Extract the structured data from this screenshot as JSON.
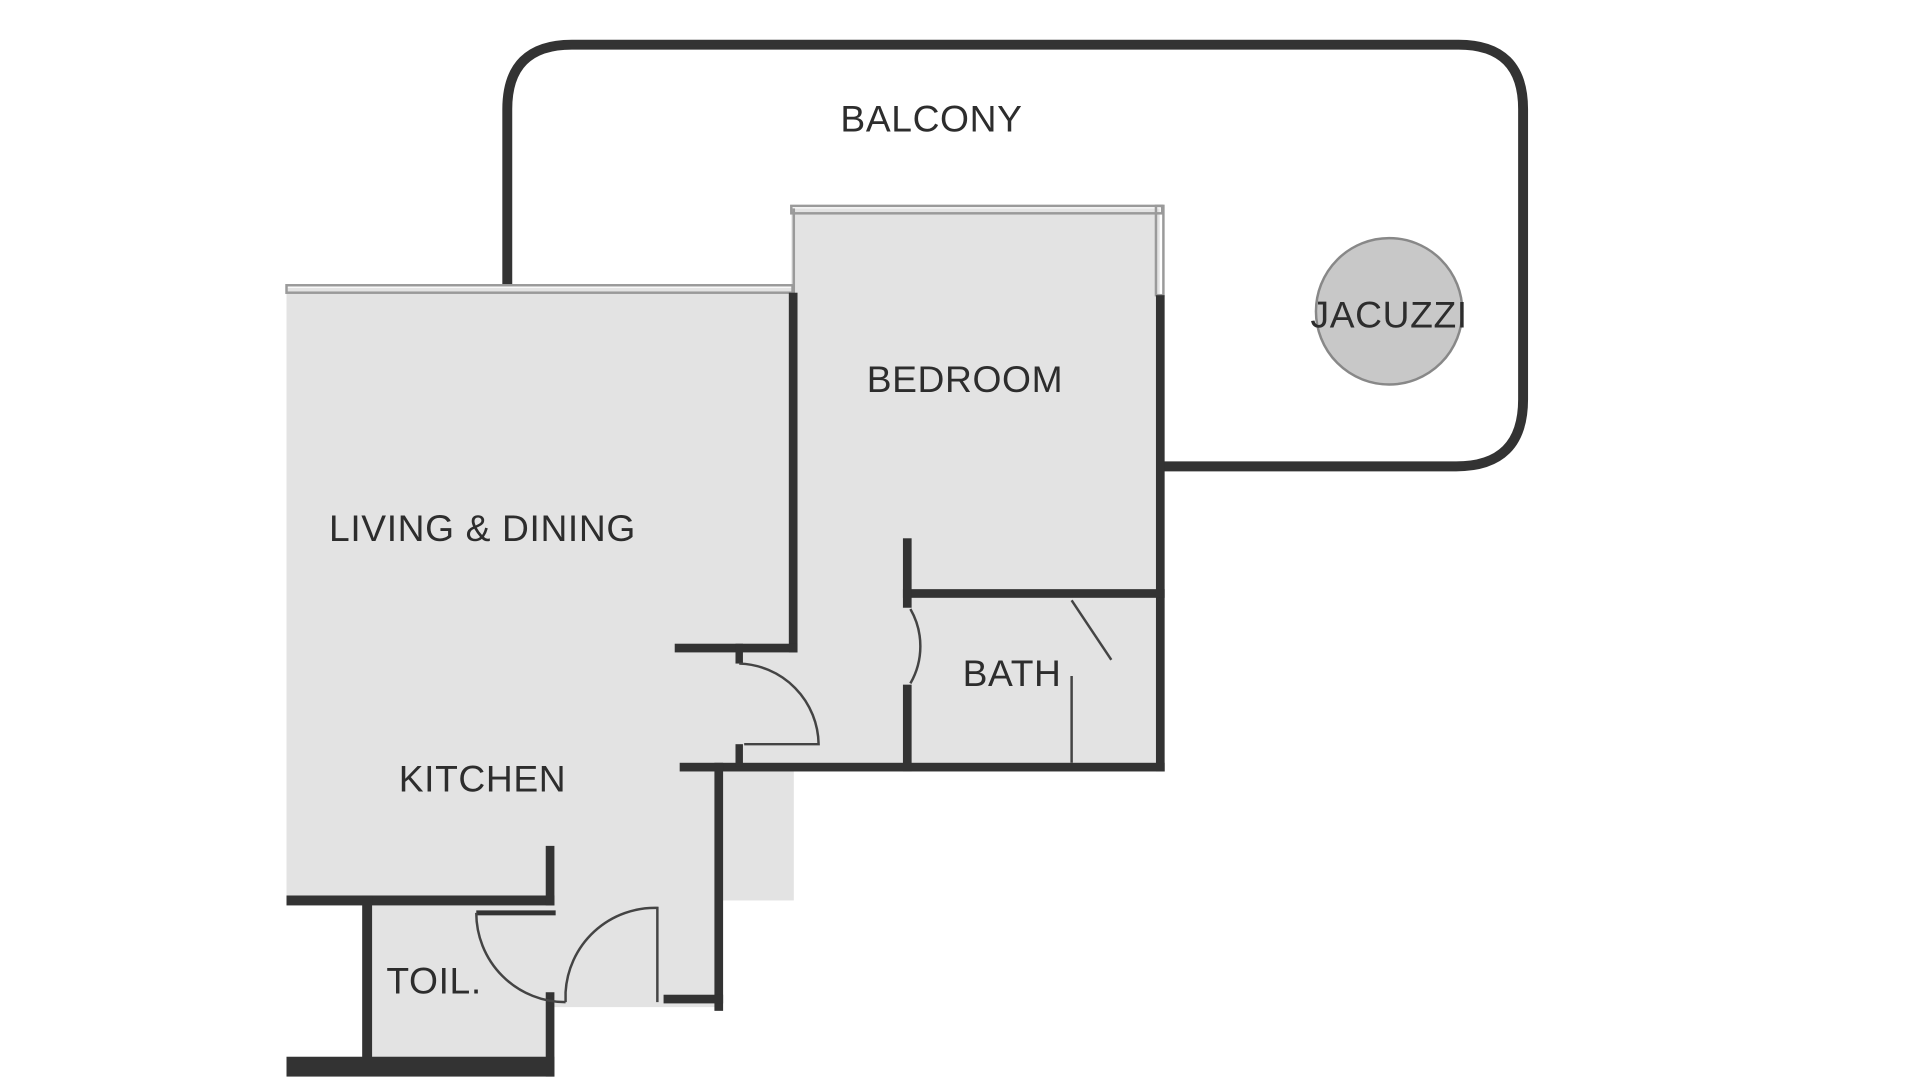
{
  "floor_plan": {
    "rooms": {
      "balcony": "BALCONY",
      "jacuzzi": "JACUZZI",
      "bedroom": "BEDROOM",
      "living_dining": "LIVING & DINING",
      "bath": "BATH",
      "kitchen": "KITCHEN",
      "toilet": "TOIL."
    }
  },
  "colors": {
    "wall": "#333333",
    "floor": "#e3e3e3",
    "jacuzzi_fill": "#c8c8c8",
    "background": "#ffffff"
  }
}
